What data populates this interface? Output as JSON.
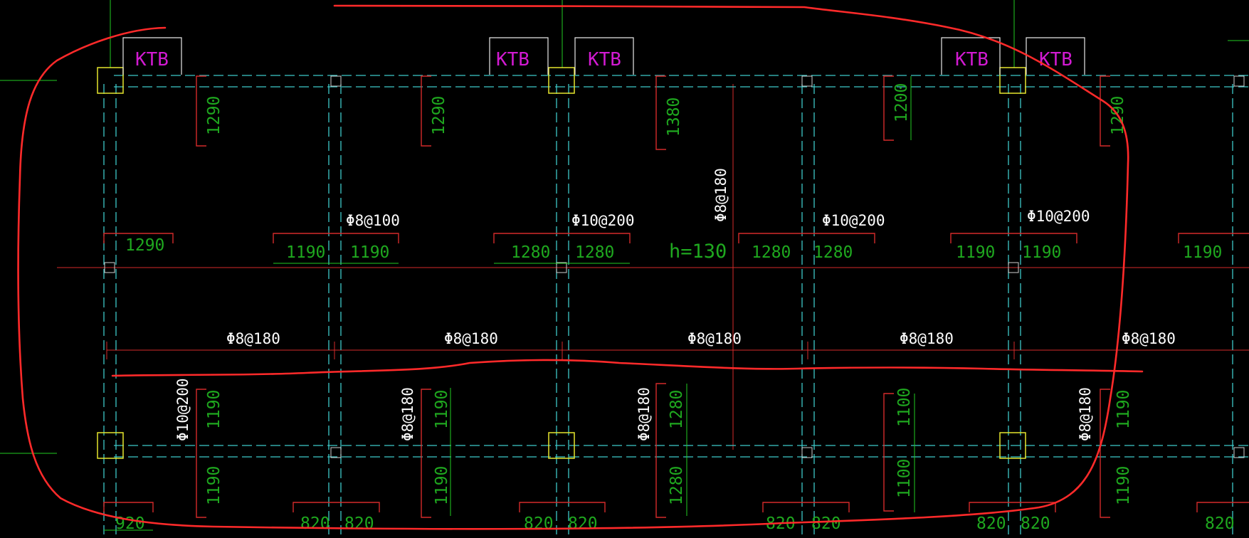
{
  "colors": {
    "background": "#000000",
    "beam": "#3ec9c9",
    "axis": "#d42a2a",
    "dim_text": "#1fa81f",
    "rebar_text": "#ffffff",
    "ktb_text": "#d21ad2",
    "column": "#e6e62e",
    "markup": "#ff2a2a",
    "green_guide": "#22cc22"
  },
  "labels": {
    "ktb": [
      "KTB",
      "KTB",
      "KTB",
      "KTB",
      "KTB"
    ],
    "top_dims": [
      "1290",
      "1290",
      "1380",
      "1200",
      "1290"
    ],
    "mid_dims": [
      "1290",
      "1190",
      "1190",
      "1280",
      "1280",
      "1280",
      "1280",
      "1190",
      "1190",
      "1190"
    ],
    "thickness": "h=130",
    "rebar_top": [
      "Φ8@100",
      "Φ10@200",
      "Φ10@200",
      "Φ10@200"
    ],
    "rebar_vertical": "Φ8@180",
    "rebar_mid": [
      "Φ8@180",
      "Φ8@180",
      "Φ8@180",
      "Φ8@180",
      "Φ8@180"
    ],
    "rebar_lower": [
      "Φ10@200",
      "Φ8@180",
      "Φ8@180",
      "Φ8@180"
    ],
    "lower_dims_a": [
      "1190",
      "1190",
      "1280",
      "1100",
      "1190"
    ],
    "lower_dims_b": [
      "1190",
      "1190",
      "1280",
      "1100",
      "1190"
    ],
    "bottom_dims": [
      "920",
      "820",
      "820",
      "820",
      "820",
      "820",
      "820",
      "820",
      "820",
      "820"
    ]
  }
}
